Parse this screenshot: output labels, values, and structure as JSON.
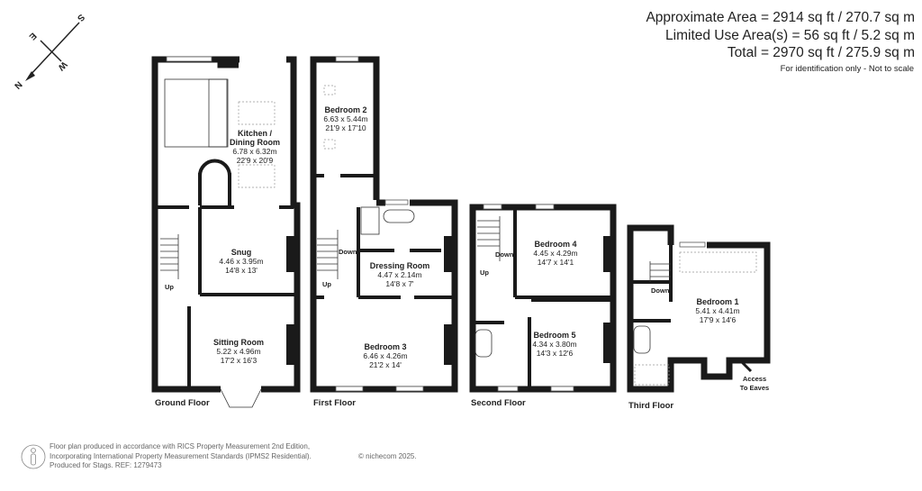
{
  "areas": {
    "approximate": "Approximate Area = 2914 sq ft / 270.7 sq m",
    "limited_use": "Limited Use Area(s) = 56 sq ft / 5.2 sq m",
    "total": "Total = 2970 sq ft / 275.9 sq m",
    "note": "For identification only - Not to scale"
  },
  "compass": {
    "n": "N",
    "s": "S",
    "e": "E",
    "w": "W"
  },
  "floors": {
    "ground": {
      "label": "Ground Floor",
      "up": "Up",
      "rooms": [
        {
          "name": "Kitchen /",
          "name2": "Dining Room",
          "metric": "6.78 x 6.32m",
          "imperial": "22'9 x 20'9"
        },
        {
          "name": "Snug",
          "metric": "4.46 x 3.95m",
          "imperial": "14'8 x 13'"
        },
        {
          "name": "Sitting Room",
          "metric": "5.22 x 4.96m",
          "imperial": "17'2 x 16'3"
        }
      ]
    },
    "first": {
      "label": "First Floor",
      "up": "Up",
      "down": "Down",
      "rooms": [
        {
          "name": "Bedroom 2",
          "metric": "6.63 x 5.44m",
          "imperial": "21'9 x 17'10"
        },
        {
          "name": "Dressing Room",
          "metric": "4.47 x 2.14m",
          "imperial": "14'8 x 7'"
        },
        {
          "name": "Bedroom 3",
          "metric": "6.46 x 4.26m",
          "imperial": "21'2 x 14'"
        }
      ]
    },
    "second": {
      "label": "Second Floor",
      "up": "Up",
      "down": "Down",
      "rooms": [
        {
          "name": "Bedroom 4",
          "metric": "4.45 x 4.29m",
          "imperial": "14'7 x 14'1"
        },
        {
          "name": "Bedroom 5",
          "metric": "4.34 x 3.80m",
          "imperial": "14'3 x 12'6"
        }
      ]
    },
    "third": {
      "label": "Third Floor",
      "down": "Down",
      "access": "Access",
      "access2": "To Eaves",
      "rooms": [
        {
          "name": "Bedroom 1",
          "metric": "5.41 x 4.41m",
          "imperial": "17'9 x 14'6"
        }
      ]
    }
  },
  "footer": {
    "line1": "Floor plan produced in accordance with RICS Property Measurement 2nd Edition,",
    "line2": "Incorporating International Property Measurement Standards (IPMS2 Residential).",
    "line3": "Produced for Stags.   REF: 1279473",
    "copyright": "© nichecom 2025."
  }
}
